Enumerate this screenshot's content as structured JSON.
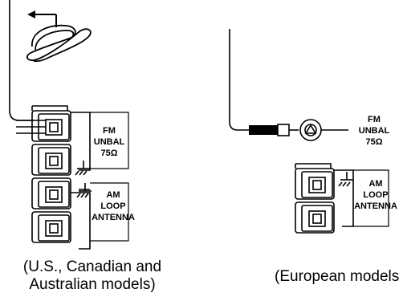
{
  "us_panel": {
    "fm_label": [
      "FM",
      "UNBAL",
      "75Ω"
    ],
    "am_label": [
      "AM",
      "LOOP",
      "ANTENNA"
    ],
    "caption": [
      "(U.S., Canadian and",
      "Australian models)"
    ]
  },
  "eu_panel": {
    "fm_label": [
      "FM",
      "UNBAL",
      "75Ω"
    ],
    "am_label": [
      "AM",
      "LOOP",
      "ANTENNA"
    ],
    "caption": [
      "(European models"
    ]
  }
}
